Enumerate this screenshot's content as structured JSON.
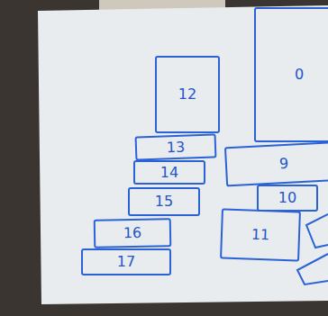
{
  "diagram": {
    "nodes": [
      {
        "text": [
          "12"
        ]
      },
      {
        "text": [
          "13"
        ]
      },
      {
        "text": [
          "14"
        ]
      },
      {
        "text": [
          "15"
        ]
      },
      {
        "text": [
          "16"
        ]
      },
      {
        "text": [
          "17"
        ]
      },
      {
        "text": [
          "0"
        ]
      },
      {
        "text": [
          "9"
        ]
      },
      {
        "text": [
          "10"
        ]
      },
      {
        "text": [
          "11"
        ]
      }
    ]
  }
}
